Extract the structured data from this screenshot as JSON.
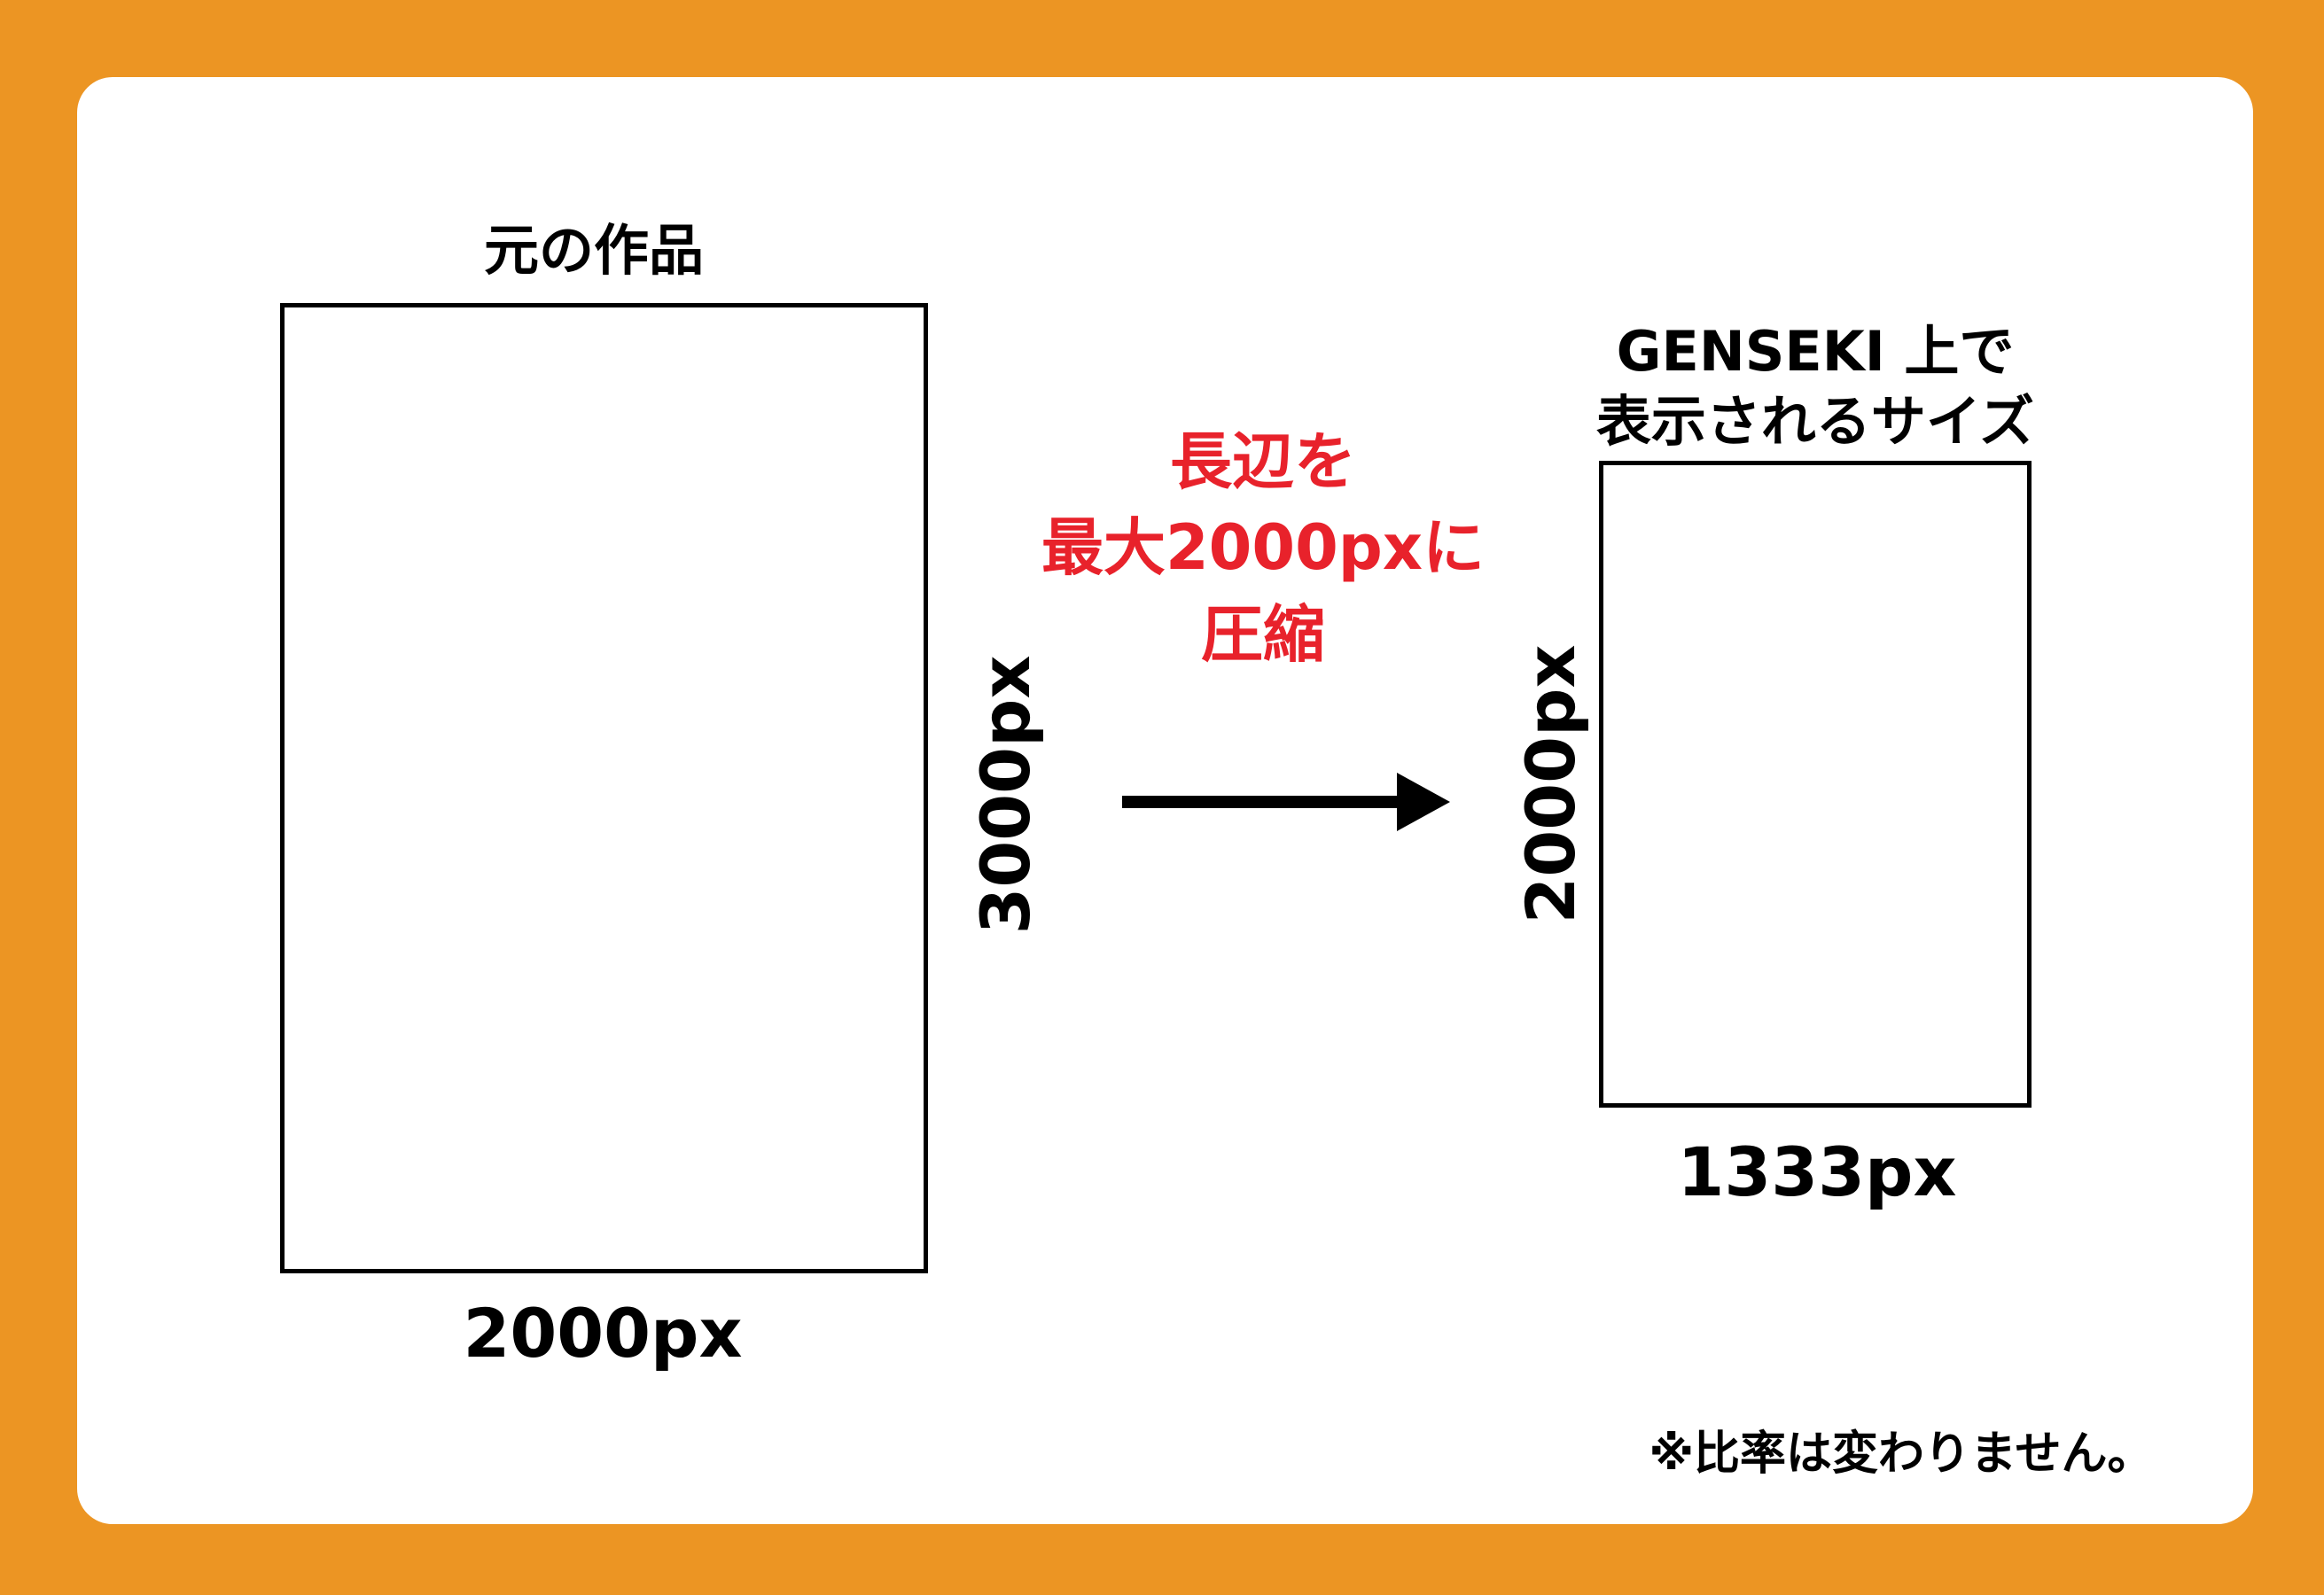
{
  "original": {
    "title": "元の作品",
    "width_label": "2000px",
    "height_label": "3000px"
  },
  "process": {
    "line1": "長辺を",
    "line2": "最大2000pxに",
    "line3": "圧縮"
  },
  "result": {
    "title_line1": "GENSEKI 上で",
    "title_line2": "表示されるサイズ",
    "width_label": "1333px",
    "height_label": "2000px"
  },
  "note": "※比率は変わりません。",
  "colors": {
    "background": "#EC9523",
    "panel": "#FFFFFF",
    "accent_text": "#E8222B",
    "outline": "#000000"
  }
}
